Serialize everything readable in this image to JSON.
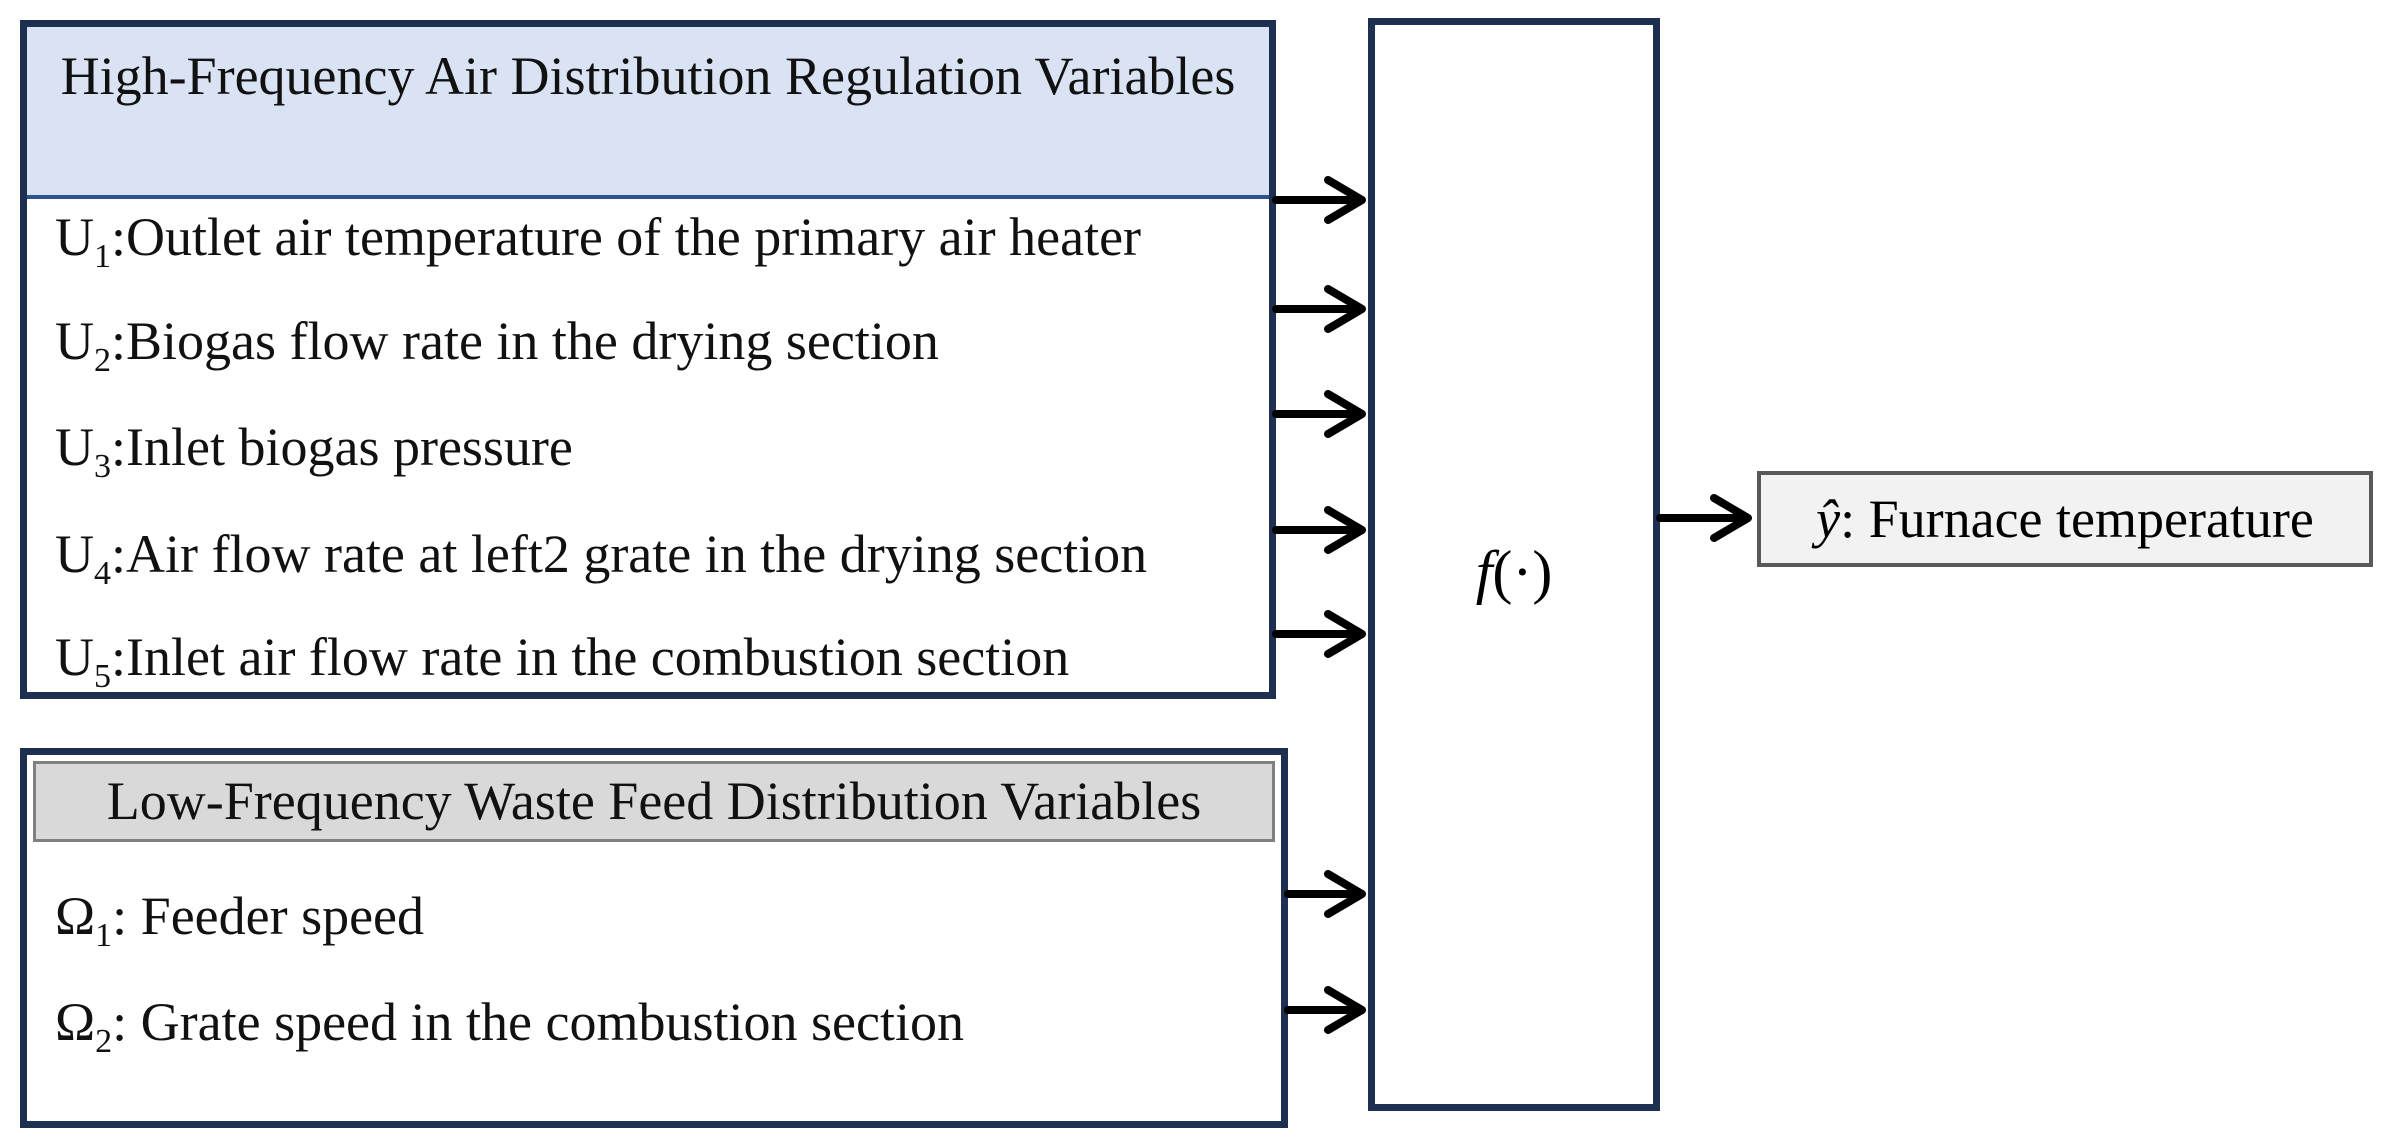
{
  "high_frequency": {
    "title": "High-Frequency Air Distribution Regulation Variables",
    "variables": [
      {
        "symbol": "U",
        "sub": "1",
        "sep": ":",
        "text": "Outlet air temperature of the primary air heater"
      },
      {
        "symbol": "U",
        "sub": "2",
        "sep": ":",
        "text": "Biogas flow rate in the drying section"
      },
      {
        "symbol": "U",
        "sub": "3",
        "sep": ":",
        "text": "Inlet biogas pressure"
      },
      {
        "symbol": "U",
        "sub": "4",
        "sep": ":",
        "text": "Air flow rate at left2 grate in the drying section"
      },
      {
        "symbol": "U",
        "sub": "5",
        "sep": ":",
        "text": "Inlet air flow rate in the combustion section"
      }
    ]
  },
  "low_frequency": {
    "title": "Low-Frequency Waste Feed Distribution Variables",
    "variables": [
      {
        "symbol": "Ω",
        "sub": "1",
        "sep": ": ",
        "text": "Feeder speed"
      },
      {
        "symbol": "Ω",
        "sub": "2",
        "sep": ": ",
        "text": "Grate speed in the combustion section"
      }
    ]
  },
  "function_block": {
    "f": "f",
    "args": "(·)"
  },
  "output": {
    "symbol": "ŷ",
    "sep": ": ",
    "text": "Furnace temperature"
  },
  "colors": {
    "box_border": "#1e3052",
    "hf_header_fill": "#dae3f3",
    "lf_header_fill": "#d9d9d9",
    "output_fill": "#f2f2f2",
    "arrow": "#000000"
  }
}
